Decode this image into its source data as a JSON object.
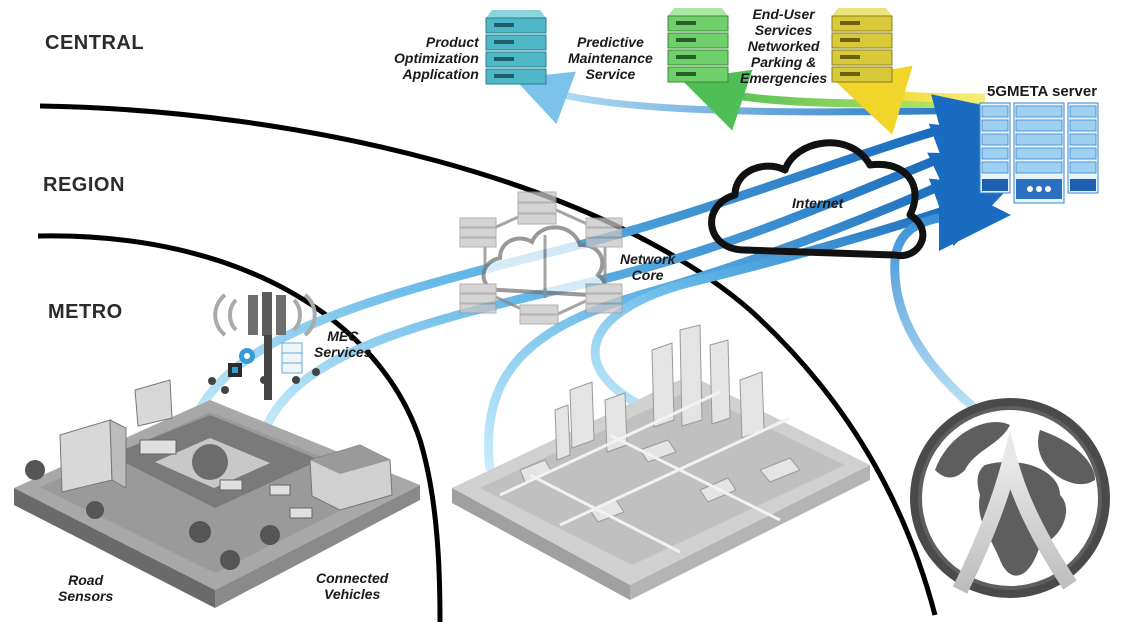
{
  "zones": {
    "central": "CENTRAL",
    "region": "REGION",
    "metro": "METRO"
  },
  "applications": {
    "product": [
      "Product",
      "Optimization",
      "Application"
    ],
    "predictive": [
      "Predictive",
      "Maintenance",
      "Service"
    ],
    "enduser": [
      "End-User",
      "Services",
      "Networked",
      "Parking &",
      "Emergencies"
    ]
  },
  "labels": {
    "server": "5GMETA server",
    "internet": "Internet",
    "network_core": [
      "Network",
      "Core"
    ],
    "mec": [
      "MEC",
      "Services"
    ],
    "road_sensors": [
      "Road",
      "Sensors"
    ],
    "connected_vehicles": [
      "Connected",
      "Vehicles"
    ]
  },
  "colors": {
    "teal_server": "#4fb8c8",
    "green_server": "#6fcf6a",
    "yellow_server": "#d8c83a",
    "flow_blue": "#1e78c8",
    "flow_light": "#a8d8f0",
    "boundary": "#000000"
  },
  "icons": [
    "server-rack-icon",
    "cloud-icon",
    "cell-tower-icon",
    "globe-icon",
    "gear-icon",
    "chip-icon",
    "database-icon"
  ]
}
